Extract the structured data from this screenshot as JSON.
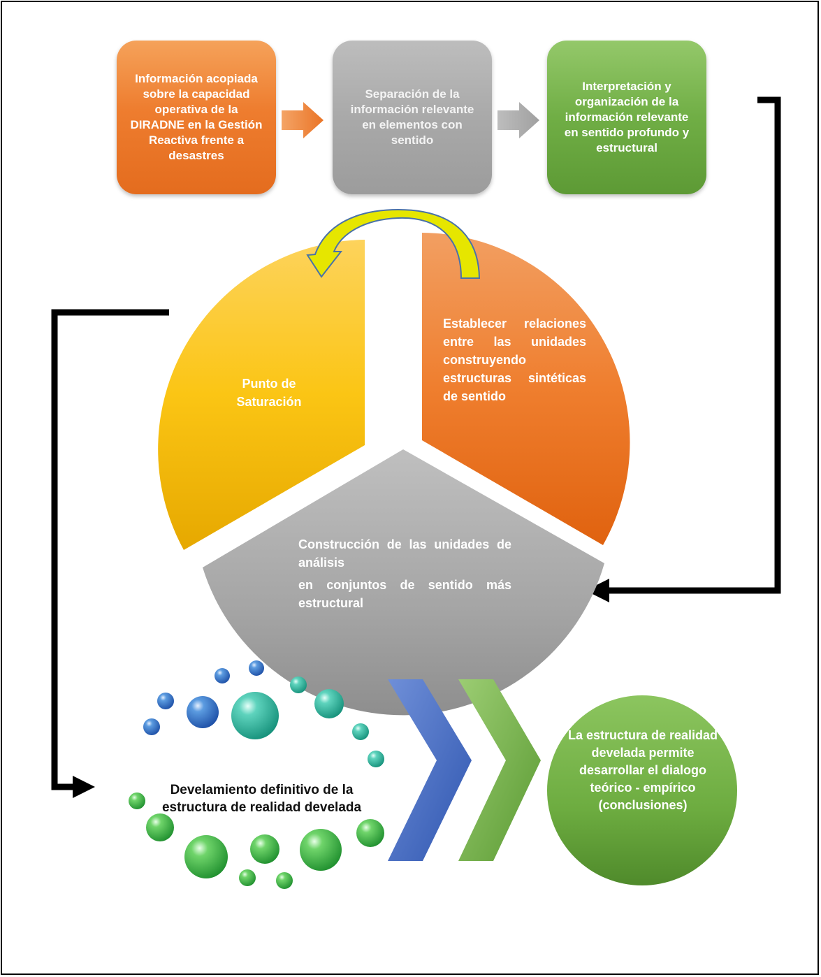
{
  "process_boxes": [
    {
      "text": "Información acopiada sobre la capacidad operativa de la DIRADNE en la Gestión Reactiva frente a desastres",
      "color": "#ee7d2f"
    },
    {
      "text": "Separación de la información relevante en elementos con sentido",
      "color": "#a9a9a9"
    },
    {
      "text": "Interpretación y organización de la información relevante en sentido profundo y estructural",
      "color": "#70ae45"
    }
  ],
  "cycle": {
    "yellow": "Punto de Saturación",
    "orange": "Establecer relaciones entre las unidades construyendo estructuras sintéticas de sentido",
    "gray_line1": "Construcción de las unidades de análisis",
    "gray_line2": "en conjuntos de sentido más estructural"
  },
  "bottom": {
    "develamiento": "Develamiento definitivo de la estructura de realidad develada",
    "conclusion": "La estructura de realidad develada permite desarrollar el dialogo teórico - empírico (conclusiones)"
  },
  "colors": {
    "orange": "#ee7d2f",
    "gray": "#a9a9a9",
    "green": "#70ae45",
    "yellow": "#fbc21d",
    "blue": "#4472c4",
    "teal": "#2ca58d"
  }
}
